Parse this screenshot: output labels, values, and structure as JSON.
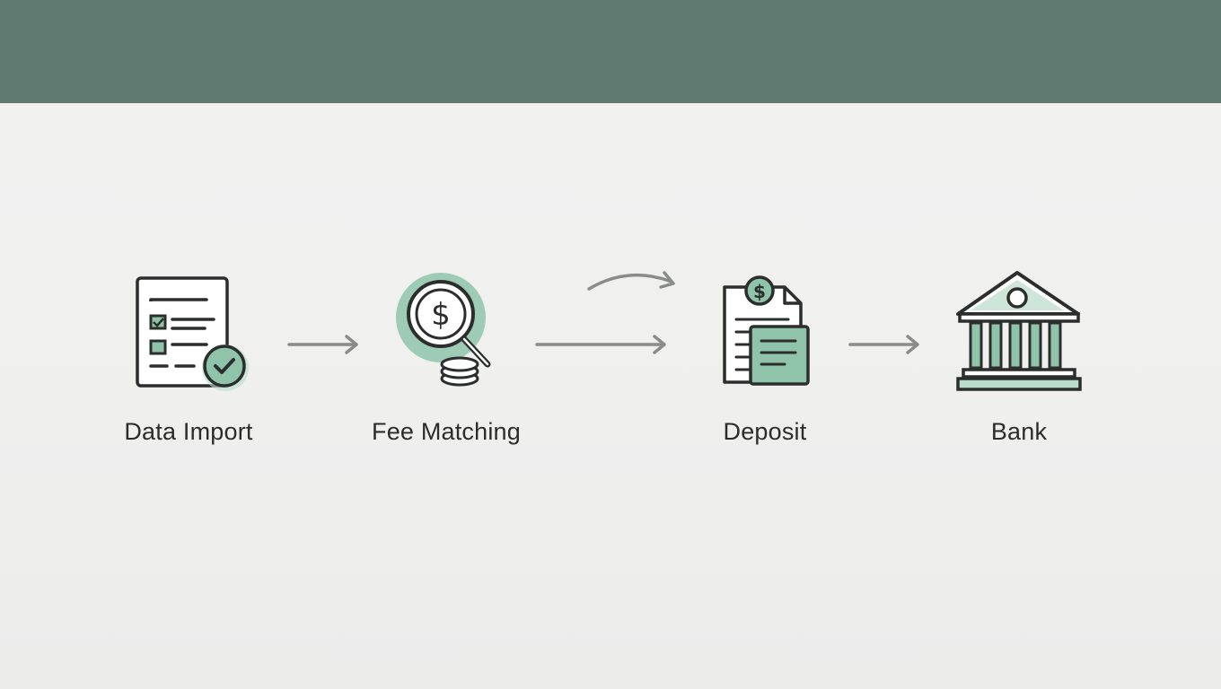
{
  "header": {
    "color": "#5f7b71"
  },
  "accent_color": "#8fc4ab",
  "stroke_color": "#2b2e2d",
  "arrow_color": "#8a8c8c",
  "steps": [
    {
      "label": "Data Import",
      "icon": "checklist-document-icon"
    },
    {
      "label": "Fee Matching",
      "icon": "dollar-magnifier-icon"
    },
    {
      "label": "Deposit",
      "icon": "dollar-invoice-icon"
    },
    {
      "label": "Bank",
      "icon": "bank-building-icon"
    }
  ]
}
